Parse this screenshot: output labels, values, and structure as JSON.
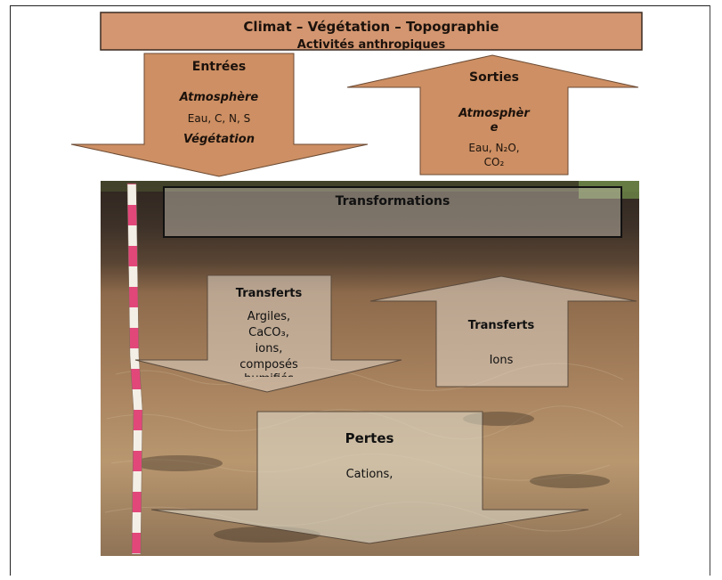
{
  "header": {
    "title": "Climat – Végétation – Topographie",
    "subtitle_partial": "Activités anthropiques"
  },
  "inputs": {
    "title": "Entrées",
    "line1": "Atmosphère",
    "line2": "Eau, C, N, S",
    "line3": "Végétation"
  },
  "outputs": {
    "title": "Sorties",
    "line1a": "Atmosphèr",
    "line1b": "e",
    "line2": "Eau, N₂O,",
    "line3": "CO₂"
  },
  "transformations": {
    "label": "Transformations"
  },
  "transfers_down": {
    "title": "Transferts",
    "line1": "Argiles,",
    "line2": "CaCO₃,",
    "line3": "ions,",
    "line4": "composés",
    "line5": "humifiés"
  },
  "transfers_up": {
    "title": "Transferts",
    "line1": "Ions"
  },
  "losses": {
    "title": "Pertes",
    "line1": "Cations,"
  },
  "colors": {
    "arrow_fill": "#cd8f63",
    "header_fill": "#d39670",
    "soil_dark": "#3b3029",
    "soil_mid": "#8a6a4c",
    "soil_light": "#b79a7a",
    "overlay_fill": "#d8d2c6"
  }
}
